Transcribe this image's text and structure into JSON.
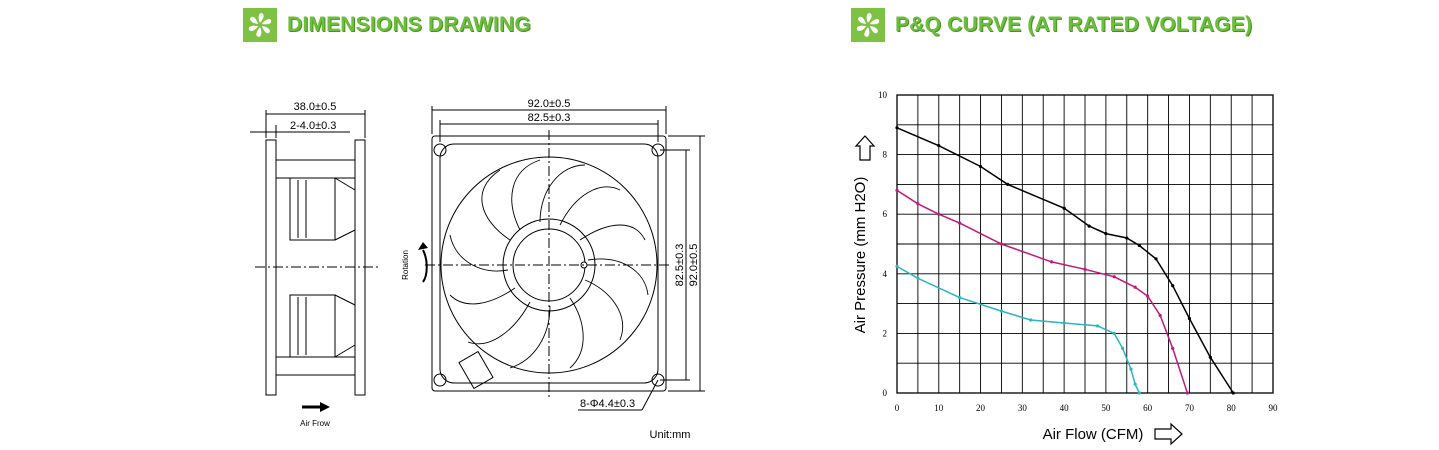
{
  "titles": {
    "dimensions": "DIMENSIONS DRAWING",
    "pq_curve": "P&Q CURVE (AT RATED VOLTAGE)"
  },
  "icons": {
    "logo": "fan-icon"
  },
  "colors": {
    "brand_green": "#7dc242"
  },
  "drawing": {
    "side_width": "38.0±0.5",
    "side_flange": "2-4.0±0.3",
    "front_width_outer": "92.0±0.5",
    "front_width_inner": "82.5±0.3",
    "front_height_inner": "82.5±0.3",
    "front_height_outer": "92.0±0.5",
    "holes": "8-Φ4.4±0.3",
    "rotation_label": "Rotation",
    "airflow_label": "Air Frow",
    "unit": "Unit:mm"
  },
  "chart_data": {
    "type": "line",
    "xlabel": "Air Flow (CFM)",
    "ylabel": "Air Pressure (mm H2O)",
    "xlim": [
      0,
      90
    ],
    "ylim": [
      0,
      10
    ],
    "x_ticks": [
      "0",
      "10",
      "20",
      "30",
      "40",
      "50",
      "60",
      "70",
      "80",
      "90"
    ],
    "y_ticks": [
      "0",
      "2",
      "4",
      "6",
      "8",
      "10"
    ],
    "grid": true,
    "series": [
      {
        "color": "#000000",
        "points": [
          [
            0,
            8.9
          ],
          [
            10,
            8.3
          ],
          [
            20,
            7.6
          ],
          [
            26.5,
            7.0
          ],
          [
            40,
            6.2
          ],
          [
            46,
            5.6
          ],
          [
            50,
            5.35
          ],
          [
            55,
            5.2
          ],
          [
            58,
            4.95
          ],
          [
            62,
            4.5
          ],
          [
            66,
            3.6
          ],
          [
            70,
            2.5
          ],
          [
            75,
            1.2
          ],
          [
            80.5,
            0
          ]
        ]
      },
      {
        "color": "#c2187d",
        "points": [
          [
            0,
            6.8
          ],
          [
            5,
            6.35
          ],
          [
            10,
            6.0
          ],
          [
            15,
            5.7
          ],
          [
            25,
            5.0
          ],
          [
            37,
            4.4
          ],
          [
            45,
            4.15
          ],
          [
            52,
            3.9
          ],
          [
            57,
            3.55
          ],
          [
            60,
            3.25
          ],
          [
            63,
            2.6
          ],
          [
            66,
            1.5
          ],
          [
            69.5,
            0
          ]
        ]
      },
      {
        "color": "#2ab5c1",
        "points": [
          [
            0,
            4.25
          ],
          [
            5,
            3.85
          ],
          [
            15,
            3.2
          ],
          [
            25,
            2.75
          ],
          [
            32,
            2.45
          ],
          [
            40,
            2.35
          ],
          [
            48,
            2.25
          ],
          [
            52,
            2.0
          ],
          [
            54,
            1.5
          ],
          [
            56,
            0.8
          ],
          [
            57,
            0.3
          ],
          [
            58,
            0
          ]
        ]
      }
    ]
  }
}
